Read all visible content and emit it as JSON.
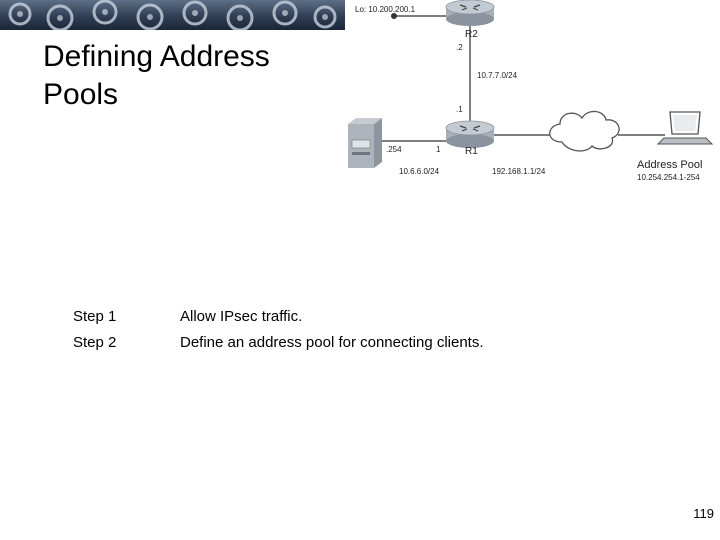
{
  "slide": {
    "title_line1": "Defining Address",
    "title_line2": "Pools",
    "page_number": "119"
  },
  "diagram": {
    "r2_loopback": "Lo: 10.200.200.1",
    "r2_name": "R2",
    "r2_iface": ".2",
    "link_r1_r2": "10.7.7.0/24",
    "r1_iface_up": ".1",
    "server_iface": ".254",
    "r1_iface_left": "1",
    "r1_name": "R1",
    "lan_subnet": "10.6.6.0/24",
    "wan_subnet": "192.168.1.1/24",
    "pool_label": "Address Pool",
    "pool_range": "10.254.254.1-254"
  },
  "steps": [
    {
      "label": "Step 1",
      "text": "Allow IPsec traffic."
    },
    {
      "label": "Step 2",
      "text": "Define an address pool for connecting clients."
    }
  ],
  "colors": {
    "banner_dark": "#1b2638",
    "router_fill": "#a9b0b9",
    "line": "#555555"
  }
}
